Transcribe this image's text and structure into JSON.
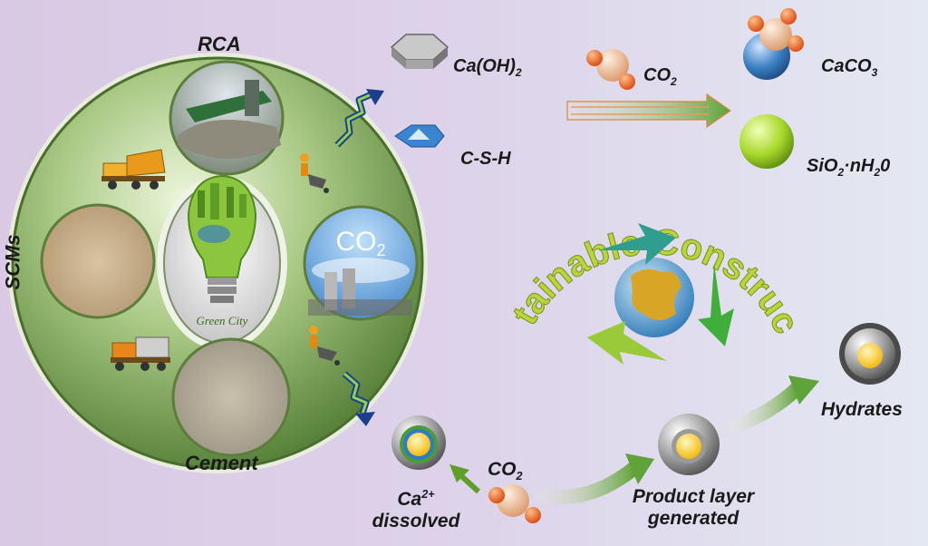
{
  "labels": {
    "rca": "RCA",
    "scms": "SCMs",
    "cement": "Cement",
    "caoh2": "Ca(OH)",
    "caoh2_sub": "2",
    "csh": "C-S-H",
    "co2_top": "CO",
    "co2_top_sub": "2",
    "caco3": "CaCO",
    "caco3_sub": "3",
    "sio2": "SiO",
    "sio2_sub": "2",
    "sio2_rest": "·nH",
    "sio2_sub2": "2",
    "sio2_end": "0",
    "sustainable": "Sustainable Construction",
    "hydrates": "Hydrates",
    "product_line1": "Product layer",
    "product_line2": "generated",
    "ca_main": "Ca",
    "ca_sup": "2+",
    "ca_line2": "dissolved",
    "co2_bottom": "CO",
    "co2_bottom_sub": "2",
    "co2_photo": "CO",
    "co2_photo_sub": "2",
    "green_city": "Green City"
  },
  "colors": {
    "sphere_green": "#8fb86a",
    "text_green": "#b7d63a",
    "arrow_green": "#6aa84f",
    "molecule_orange": "#e8641e",
    "molecule_tan": "#e8b48a",
    "sio2_ball": "#a6d82a",
    "caco3_blue": "#3b7fc4",
    "csh_blue": "#3a85d0"
  }
}
